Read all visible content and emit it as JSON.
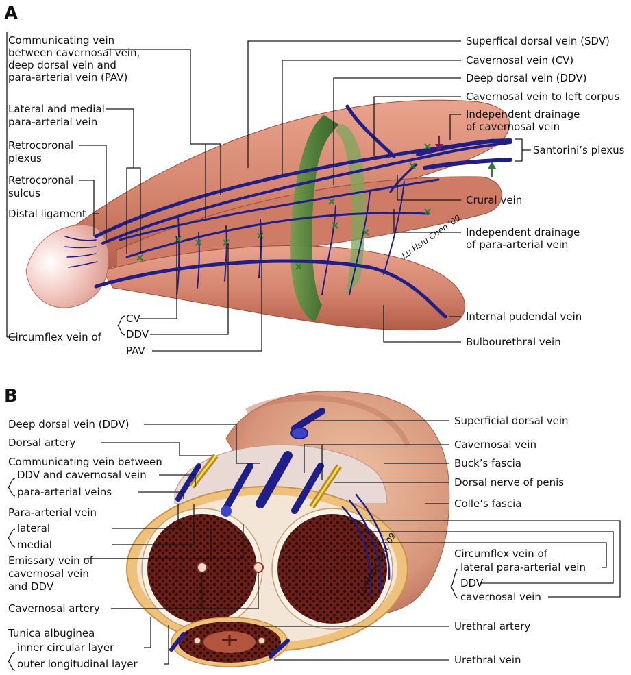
{
  "panel_a": {
    "letter": "A",
    "labels": {
      "communicating_1": "Communicating vein",
      "communicating_2": "between cavernosal vein,",
      "communicating_3": "deep dorsal vein and",
      "communicating_4": "para-arterial vein (PAV)",
      "lateral_medial_1": "Lateral and medial",
      "lateral_medial_2": "para-arterial vein",
      "retrocoronal_plexus_1": "Retrocoronal",
      "retrocoronal_plexus_2": "plexus",
      "retrocoronal_sulcus_1": "Retrocoronal",
      "retrocoronal_sulcus_2": "sulcus",
      "distal_ligament": "Distal ligament",
      "circumflex_of": "Circumflex vein of",
      "cv": "CV",
      "ddv": "DDV",
      "pav": "PAV",
      "sdv": "Superfical dorsal vein (SDV)",
      "cavernosal": "Cavernosal vein (CV)",
      "deep_dorsal": "Deep dorsal vein (DDV)",
      "cav_left": "Cavernosal vein to left corpus",
      "indep_cav_1": "Independent drainage",
      "indep_cav_2": "of cavernosal vein",
      "santorini": "Santorini’s plexus",
      "crural": "Crural vein",
      "indep_para_1": "Independent drainage",
      "indep_para_2": "of para-arterial vein",
      "internal_pudendal": "Internal pudendal vein",
      "bulbourethral": "Bulbourethral vein"
    }
  },
  "panel_b": {
    "letter": "B",
    "labels": {
      "ddv": "Deep dorsal vein (DDV)",
      "dorsal_artery": "Dorsal artery",
      "communicating": "Communicating vein between",
      "ddv_cav": "DDV and cavernosal vein",
      "para_veins": "para-arterial veins",
      "para_arterial": "Para-arterial vein",
      "lateral": "lateral",
      "medial": "medial",
      "emissary_1": "Emissary vein of",
      "emissary_2": "cavernosal vein",
      "emissary_3": "and DDV",
      "cav_artery": "Cavernosal artery",
      "tunica": "Tunica albuginea",
      "inner": "inner circular layer",
      "outer": "outer longitudinal layer",
      "superficial_dorsal": "Superficial dorsal vein",
      "cavernosal_vein": "Cavernosal vein",
      "bucks": "Buck’s fascia",
      "dorsal_nerve": "Dorsal nerve of penis",
      "colles": "Colle’s fascia",
      "circumflex_of": "Circumflex vein of",
      "lateral_para": "lateral para-arterial vein",
      "ddv_short": "DDV",
      "cav_short": "cavernosal vein",
      "urethral_artery": "Urethral artery",
      "urethral_vein": "Urethral vein"
    }
  },
  "signature": "Lu Hsiu Chen '09",
  "colors": {
    "skin": "#d98c78",
    "skin_dark": "#b9654f",
    "vein": "#1f1f8a",
    "green_band": "#4f8a3c",
    "glans": "#f3c4bc",
    "tunica": "#e7b96a",
    "erectile": "#5b1a14"
  }
}
